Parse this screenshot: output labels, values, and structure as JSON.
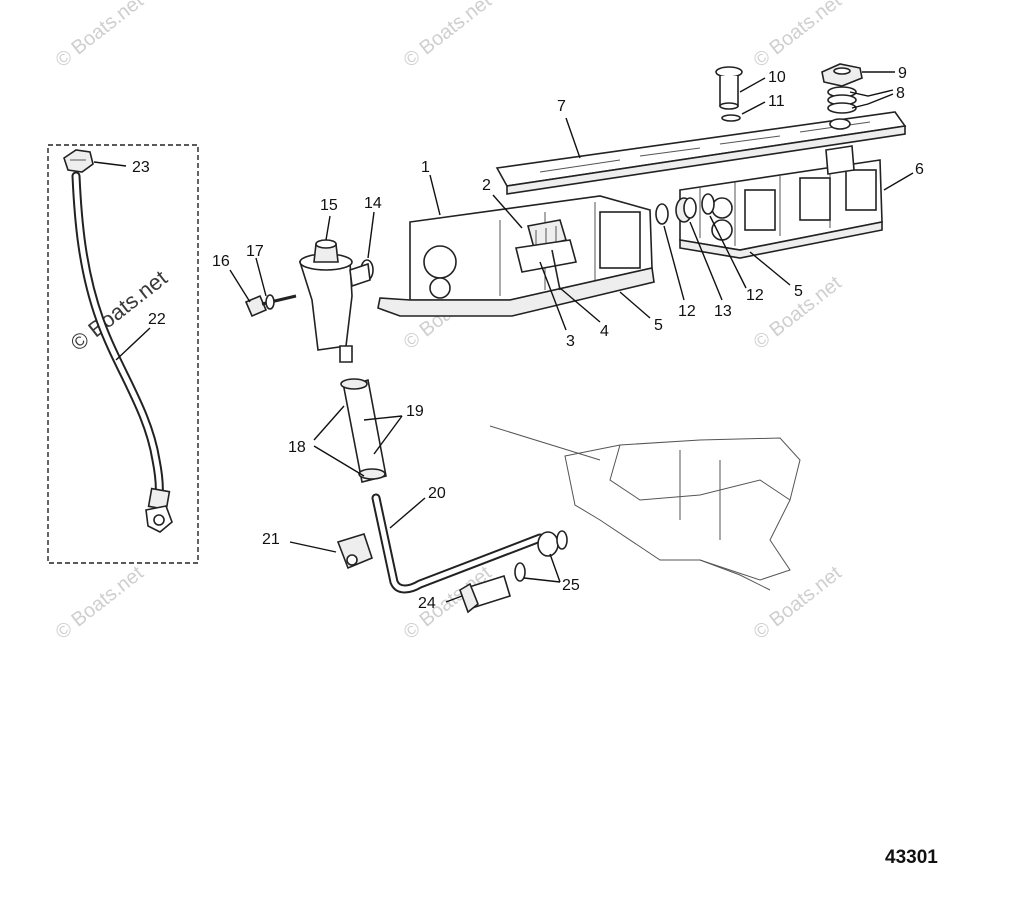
{
  "watermark": {
    "text": "© Boats.net"
  },
  "callouts": [
    {
      "id": "1",
      "label": "1"
    },
    {
      "id": "2",
      "label": "2"
    },
    {
      "id": "3",
      "label": "3"
    },
    {
      "id": "4",
      "label": "4"
    },
    {
      "id": "5a",
      "label": "5"
    },
    {
      "id": "5b",
      "label": "5"
    },
    {
      "id": "6",
      "label": "6"
    },
    {
      "id": "7",
      "label": "7"
    },
    {
      "id": "8",
      "label": "8"
    },
    {
      "id": "9",
      "label": "9"
    },
    {
      "id": "10",
      "label": "10"
    },
    {
      "id": "11",
      "label": "11"
    },
    {
      "id": "12a",
      "label": "12"
    },
    {
      "id": "12b",
      "label": "12"
    },
    {
      "id": "13",
      "label": "13"
    },
    {
      "id": "14",
      "label": "14"
    },
    {
      "id": "15",
      "label": "15"
    },
    {
      "id": "16",
      "label": "16"
    },
    {
      "id": "17",
      "label": "17"
    },
    {
      "id": "18",
      "label": "18"
    },
    {
      "id": "19",
      "label": "19"
    },
    {
      "id": "20",
      "label": "20"
    },
    {
      "id": "21",
      "label": "21"
    },
    {
      "id": "22",
      "label": "22"
    },
    {
      "id": "23",
      "label": "23"
    },
    {
      "id": "24",
      "label": "24"
    },
    {
      "id": "25",
      "label": "25"
    }
  ],
  "drawing_number": "43301"
}
